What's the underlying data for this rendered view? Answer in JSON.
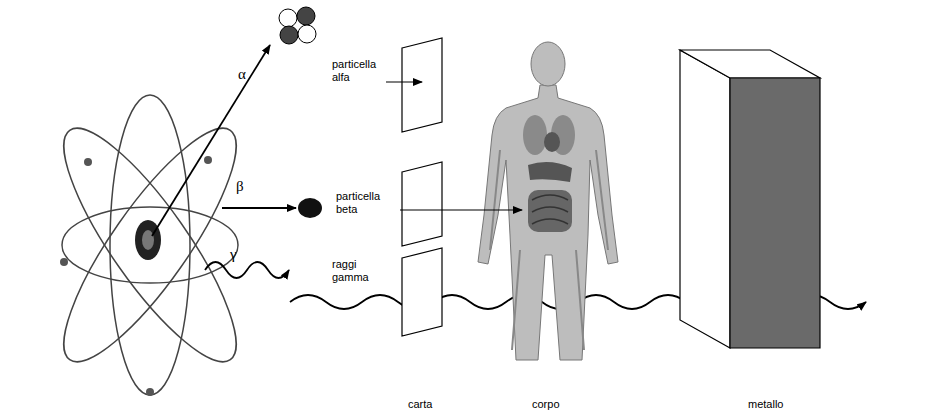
{
  "diagram": {
    "labels": [
      "α",
      "particella alfa",
      "β",
      "particella beta",
      "γ",
      "raggi gamma",
      "carta",
      "corpo",
      "metallo"
    ]
  }
}
